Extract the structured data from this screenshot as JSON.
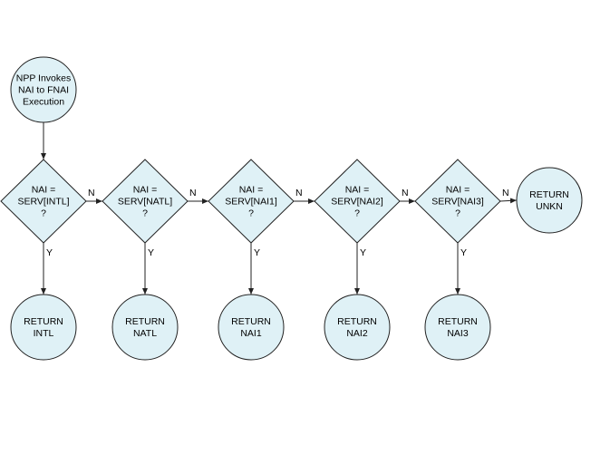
{
  "diagram": {
    "colors": {
      "fill": "#dff1f6",
      "stroke": "#222222",
      "text": "#000000",
      "background": "#ffffff"
    },
    "start": {
      "id": "start",
      "shape": "circle",
      "lines": [
        "NPP Invokes",
        "NAI to FNAI",
        "Execution"
      ]
    },
    "decisions": [
      {
        "id": "d1",
        "lines": [
          "NAI =",
          "SERV[INTL]",
          "?"
        ]
      },
      {
        "id": "d2",
        "lines": [
          "NAI =",
          "SERV[NATL]",
          "?"
        ]
      },
      {
        "id": "d3",
        "lines": [
          "NAI =",
          "SERV[NAI1]",
          "?"
        ]
      },
      {
        "id": "d4",
        "lines": [
          "NAI =",
          "SERV[NAI2]",
          "?"
        ]
      },
      {
        "id": "d5",
        "lines": [
          "NAI =",
          "SERV[NAI3]",
          "?"
        ]
      }
    ],
    "results": [
      {
        "id": "r1",
        "lines": [
          "RETURN",
          "INTL"
        ]
      },
      {
        "id": "r2",
        "lines": [
          "RETURN",
          "NATL"
        ]
      },
      {
        "id": "r3",
        "lines": [
          "RETURN",
          "NAI1"
        ]
      },
      {
        "id": "r4",
        "lines": [
          "RETURN",
          "NAI2"
        ]
      },
      {
        "id": "r5",
        "lines": [
          "RETURN",
          "NAI3"
        ]
      }
    ],
    "fallback": {
      "id": "unkn",
      "lines": [
        "RETURN",
        "UNKN"
      ]
    },
    "edges": [
      {
        "from": "start",
        "to": "d1",
        "label": ""
      },
      {
        "from": "d1",
        "to": "d2",
        "label": "N"
      },
      {
        "from": "d2",
        "to": "d3",
        "label": "N"
      },
      {
        "from": "d3",
        "to": "d4",
        "label": "N"
      },
      {
        "from": "d4",
        "to": "d5",
        "label": "N"
      },
      {
        "from": "d5",
        "to": "unkn",
        "label": "N"
      },
      {
        "from": "d1",
        "to": "r1",
        "label": "Y"
      },
      {
        "from": "d2",
        "to": "r2",
        "label": "Y"
      },
      {
        "from": "d3",
        "to": "r3",
        "label": "Y"
      },
      {
        "from": "d4",
        "to": "r4",
        "label": "Y"
      },
      {
        "from": "d5",
        "to": "r5",
        "label": "Y"
      }
    ]
  }
}
